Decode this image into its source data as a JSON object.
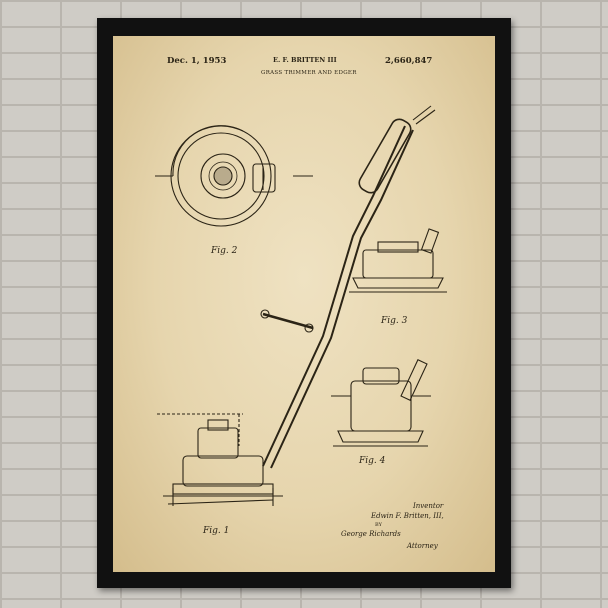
{
  "patent": {
    "date": "Dec. 1, 1953",
    "inventor_header": "E. F. BRITTEN III",
    "number": "2,660,847",
    "title": "GRASS TRIMMER AND EDGER"
  },
  "figures": {
    "fig1": "Fig. 1",
    "fig2": "Fig. 2",
    "fig3": "Fig. 3",
    "fig4": "Fig. 4"
  },
  "signature": {
    "role": "Inventor",
    "name": "Edwin F. Britten, III,",
    "by": "BY",
    "attorney_name": "George Richards",
    "attorney_role": "Attorney"
  },
  "colors": {
    "frame": "#111111",
    "paper": "#e6d5ad",
    "ink": "#2b2416",
    "brick": "#cfccc6"
  }
}
